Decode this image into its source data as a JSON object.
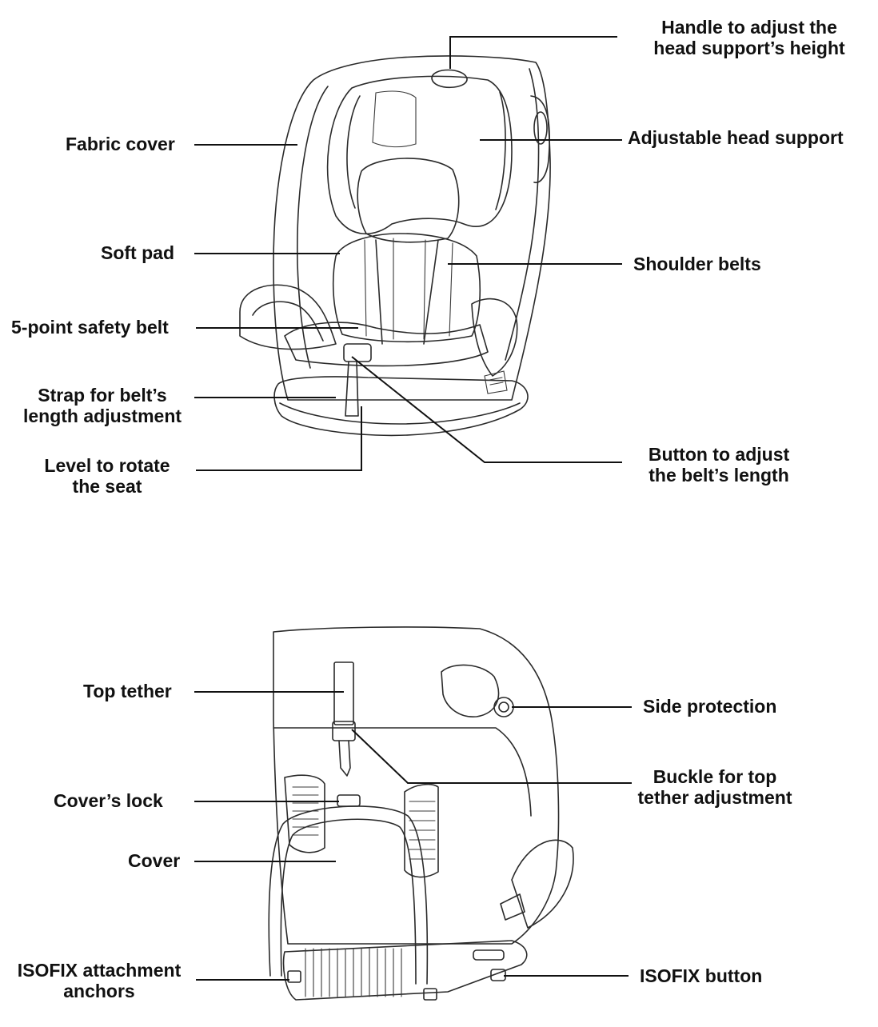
{
  "front_view": {
    "labels": {
      "handle": [
        "Handle to adjust the",
        "head support’s height"
      ],
      "head_support": "Adjustable head support",
      "fabric_cover": "Fabric cover",
      "soft_pad": "Soft pad",
      "shoulder_belts": "Shoulder belts",
      "safety_belt": "5-point safety belt",
      "strap": [
        "Strap for belt’s",
        "length adjustment"
      ],
      "level": [
        "Level to rotate",
        "the seat"
      ],
      "button": [
        "Button to adjust",
        "the belt’s length"
      ]
    }
  },
  "back_view": {
    "labels": {
      "top_tether": "Top tether",
      "side_protection": "Side protection",
      "buckle": [
        "Buckle for top",
        "tether adjustment"
      ],
      "covers_lock": "Cover’s lock",
      "cover": "Cover",
      "isofix_anchors": [
        "ISOFIX attachment",
        "anchors"
      ],
      "isofix_button": "ISOFIX button"
    }
  }
}
